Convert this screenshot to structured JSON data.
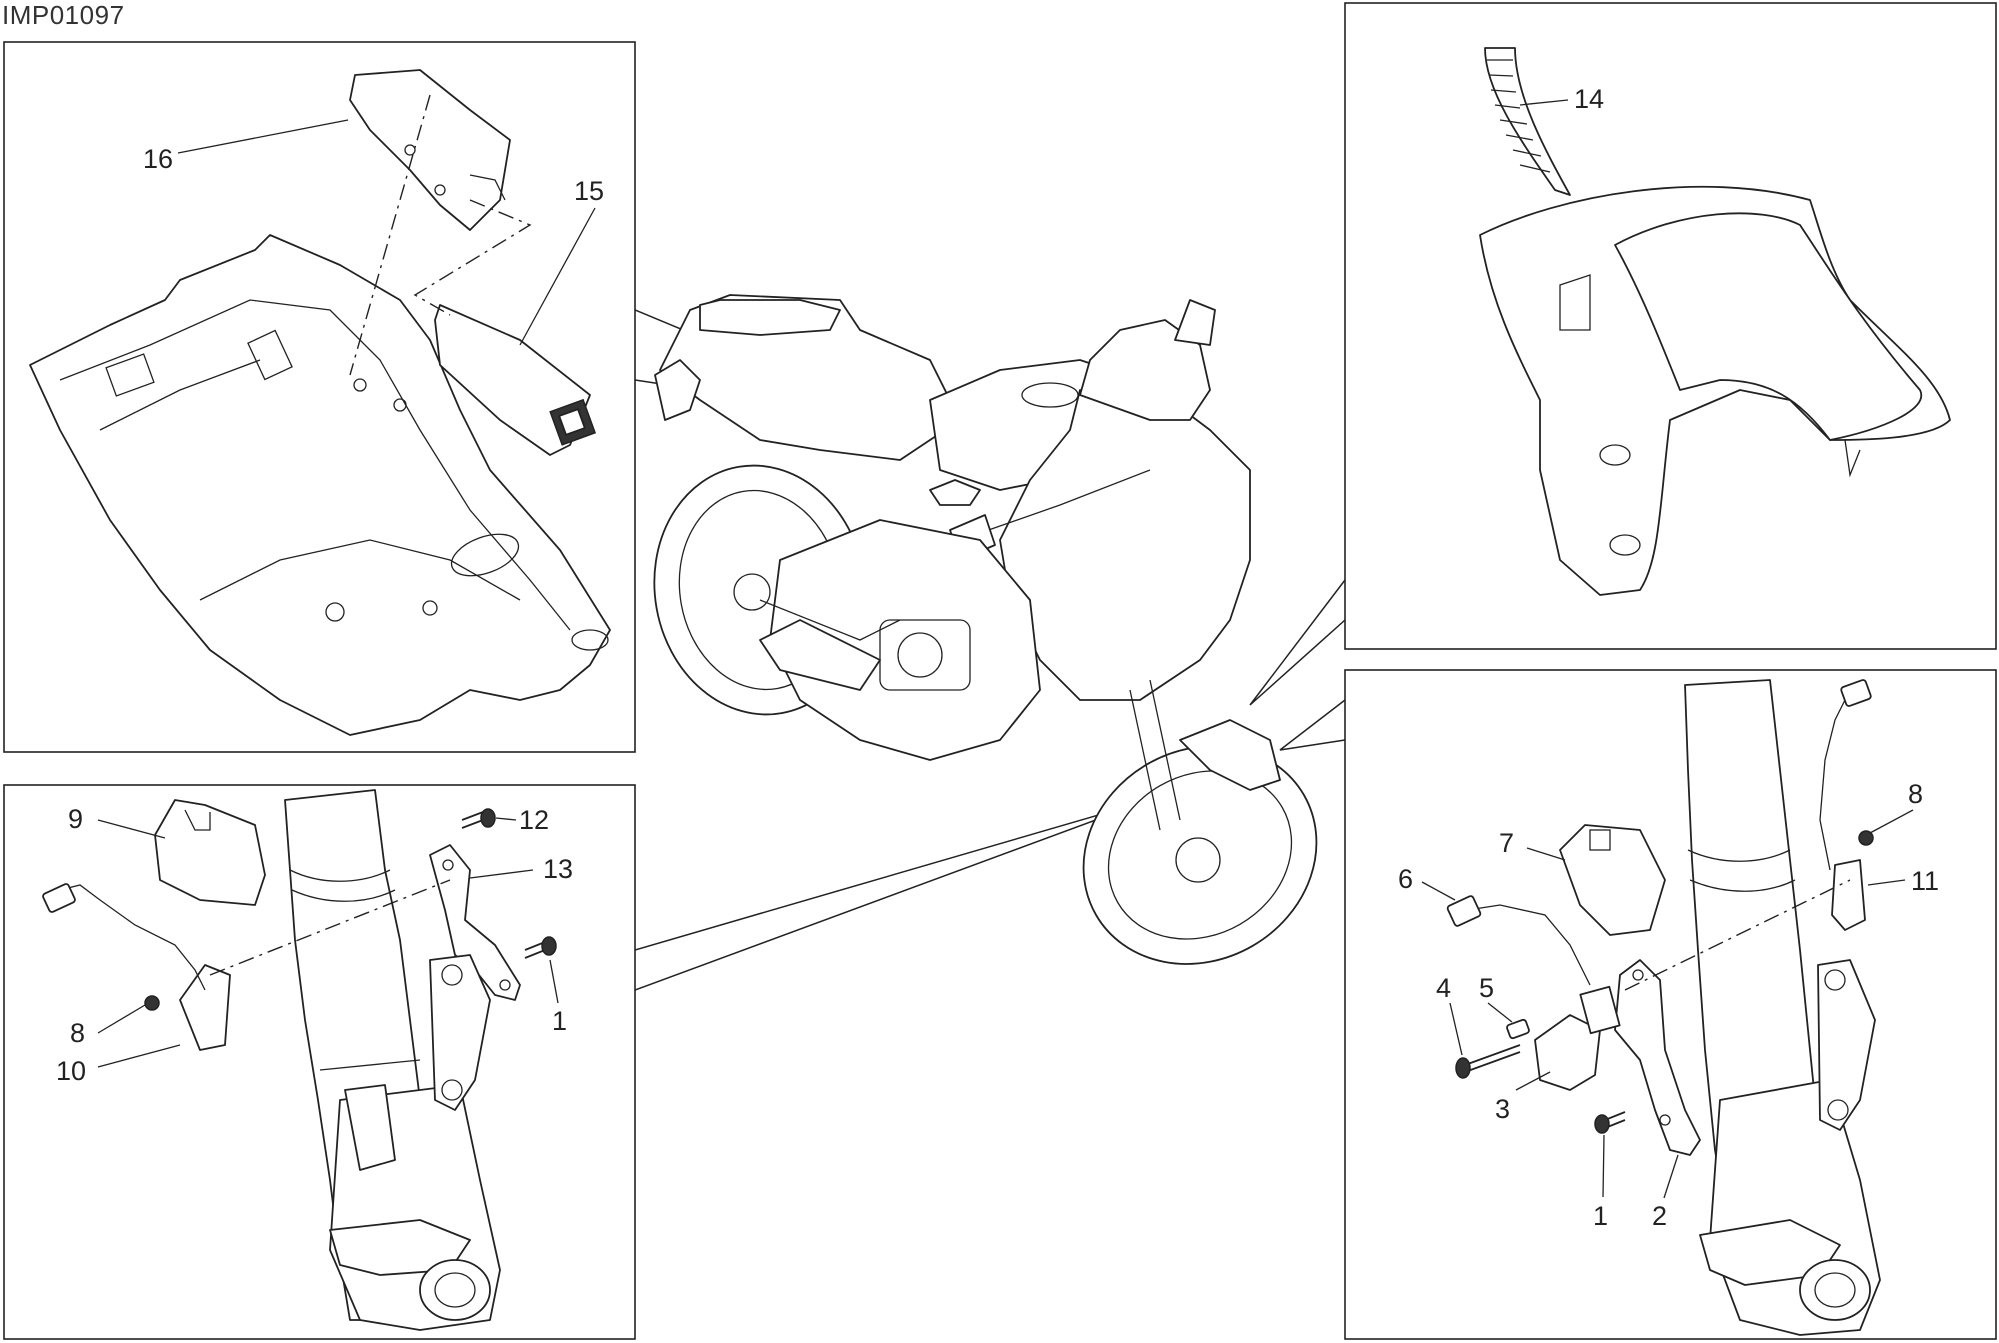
{
  "drawing_code": "IMP01097",
  "callouts": [
    {
      "id": "c16",
      "text": "16"
    },
    {
      "id": "c15",
      "text": "15"
    },
    {
      "id": "c14",
      "text": "14"
    },
    {
      "id": "c9",
      "text": "9"
    },
    {
      "id": "c12",
      "text": "12"
    },
    {
      "id": "c13",
      "text": "13"
    },
    {
      "id": "c1a",
      "text": "1"
    },
    {
      "id": "c8a",
      "text": "8"
    },
    {
      "id": "c10",
      "text": "10"
    },
    {
      "id": "c7",
      "text": "7"
    },
    {
      "id": "c6",
      "text": "6"
    },
    {
      "id": "c8b",
      "text": "8"
    },
    {
      "id": "c11",
      "text": "11"
    },
    {
      "id": "c5",
      "text": "5"
    },
    {
      "id": "c4",
      "text": "4"
    },
    {
      "id": "c3",
      "text": "3"
    },
    {
      "id": "c1b",
      "text": "1"
    },
    {
      "id": "c2",
      "text": "2"
    }
  ]
}
